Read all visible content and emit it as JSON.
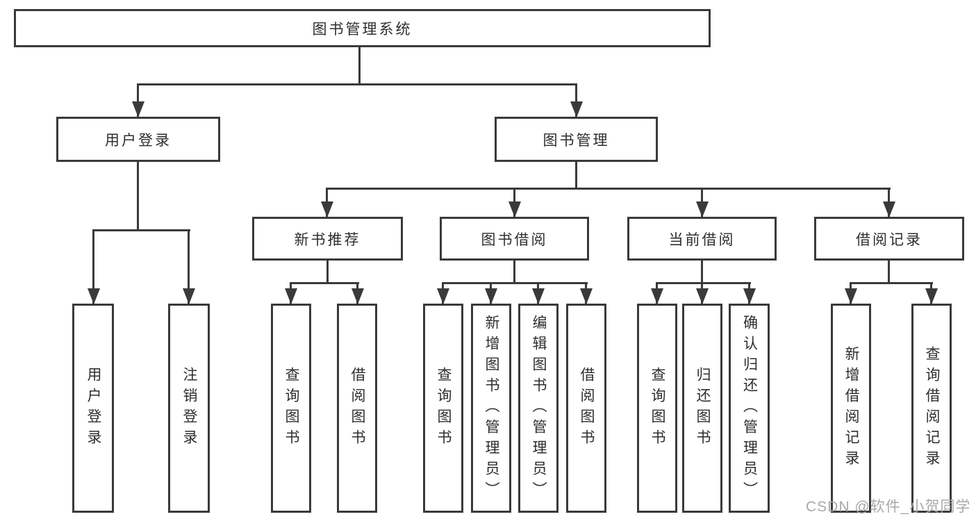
{
  "diagram": {
    "title": "图书管理系统",
    "watermark": "CSDN @软件_小贺同学",
    "colors": {
      "line": "#3a3a3a",
      "text": "#2e2e2e",
      "watermark": "#a8a8a8",
      "background": "#ffffff"
    },
    "tree": {
      "label": "图书管理系统",
      "children": [
        {
          "label": "用户登录",
          "children": [
            {
              "label": "用户登录"
            },
            {
              "label": "注销登录"
            }
          ]
        },
        {
          "label": "图书管理",
          "children": [
            {
              "label": "新书推荐",
              "children": [
                {
                  "label": "查询图书"
                },
                {
                  "label": "借阅图书"
                }
              ]
            },
            {
              "label": "图书借阅",
              "children": [
                {
                  "label": "查询图书"
                },
                {
                  "label": "新增图书（管理员）"
                },
                {
                  "label": "编辑图书（管理员）"
                },
                {
                  "label": "借阅图书"
                }
              ]
            },
            {
              "label": "当前借阅",
              "children": [
                {
                  "label": "查询图书"
                },
                {
                  "label": "归还图书"
                },
                {
                  "label": "确认归还（管理员）"
                }
              ]
            },
            {
              "label": "借阅记录",
              "children": [
                {
                  "label": "新增借阅记录"
                },
                {
                  "label": "查询借阅记录"
                }
              ]
            }
          ]
        }
      ]
    }
  }
}
